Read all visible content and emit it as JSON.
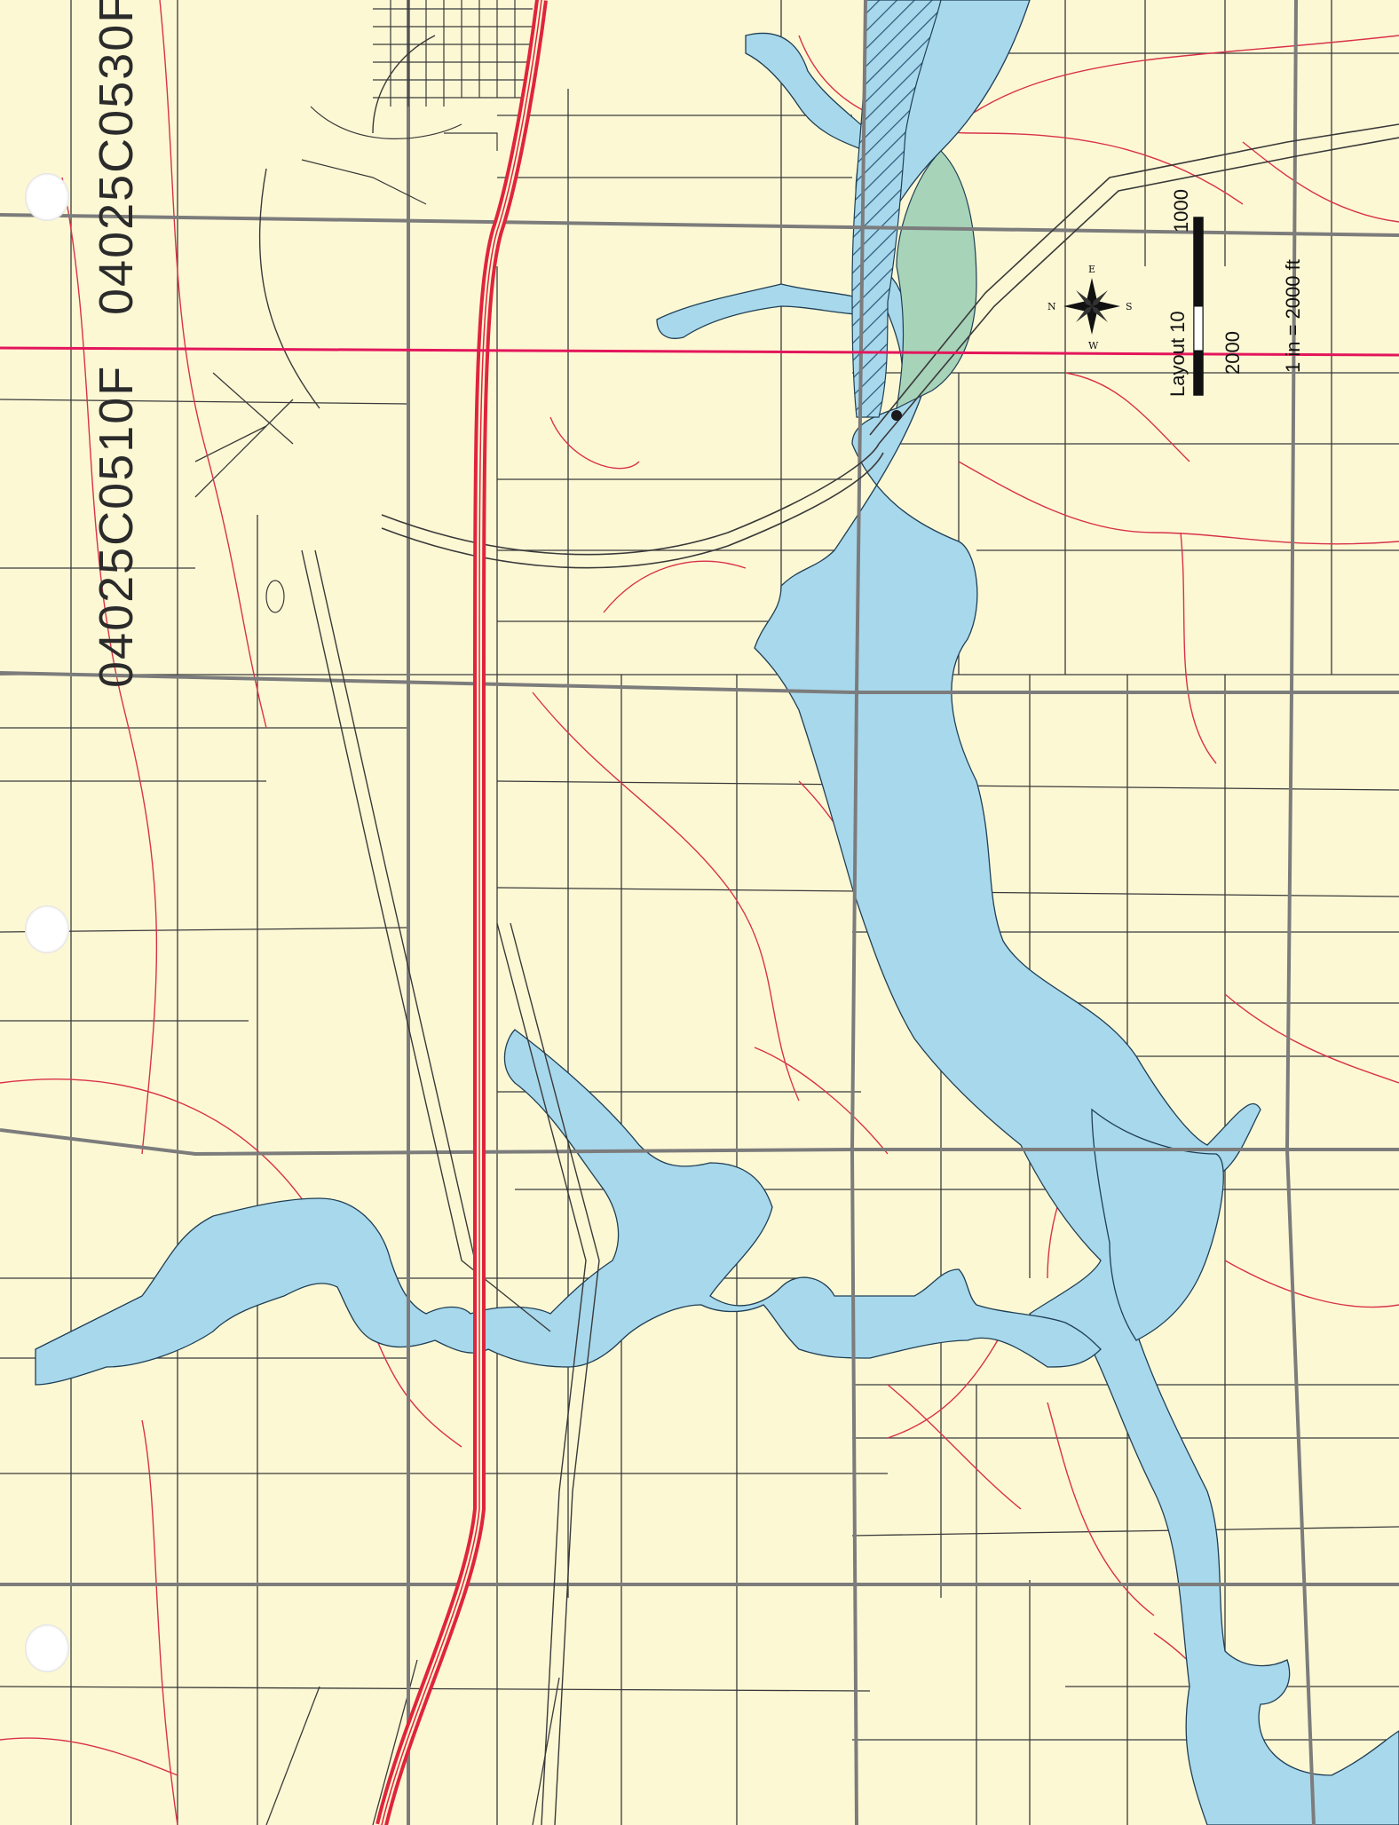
{
  "panels": {
    "upper_label": "04025C0530F",
    "lower_label": "04025C0510F"
  },
  "scale_bar": {
    "tick_1000": "1000",
    "tick_2000": "2000",
    "layout_label": "Layout 10",
    "ratio": "1 in = 2000 ft"
  },
  "compass": {
    "n": "N",
    "e": "E",
    "s": "S",
    "w": "W"
  },
  "colors": {
    "land": "#fdf8d4",
    "water": "#a8d8ec",
    "floodway_hatch": "#2e5a7a",
    "wetland": "#a7d3b9",
    "highway": "#e0243c",
    "major_road": "#7c7c7c",
    "parcel_line": "#3a3a3a",
    "minor_road": "#d8324a"
  }
}
